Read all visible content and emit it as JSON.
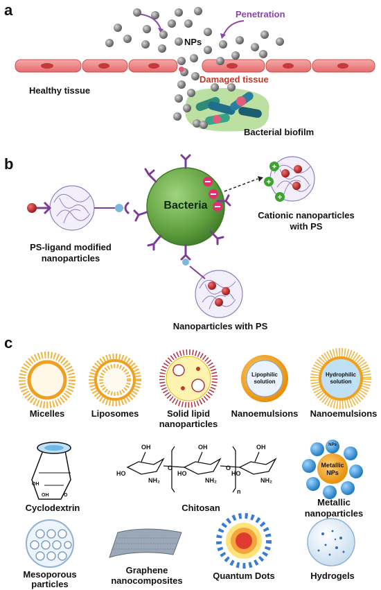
{
  "panel_a": {
    "letter": "a",
    "penetration": "Penetration",
    "nps": "NPs",
    "damaged_tissue": "Damaged tissue",
    "healthy_tissue": "Healthy tissue",
    "bacterial_biofilm": "Bacterial biofilm"
  },
  "panel_b": {
    "letter": "b",
    "bacteria": "Bacteria",
    "cationic_line1": "Cationic nanoparticles",
    "cationic_line2": "with PS",
    "ps_ligand_line1": "PS-ligand modified",
    "ps_ligand_line2": "nanoparticles",
    "nps_with_ps": "Nanoparticles with PS"
  },
  "panel_c": {
    "letter": "c",
    "row1": [
      "Micelles",
      "Liposomes",
      "Solid lipid",
      "nanoparticles",
      "Nanoemulsions",
      "Nanoemulsions"
    ],
    "lipophilic_line1": "Lipophilic",
    "lipophilic_line2": "solution",
    "hydrophilic_line1": "Hydrophilic",
    "hydrophilic_line2": "solution",
    "row2": {
      "cyclodextrin": "Cyclodextrin",
      "chitosan": "Chitosan",
      "metallic_line1": "Metallic",
      "metallic_line2": "nanoparticles",
      "metallic_center_line1": "Metallic",
      "metallic_center_line2": "NPs",
      "nps_small": "NPs"
    },
    "row3": {
      "mesoporous_line1": "Mesoporous",
      "mesoporous_line2": "particles",
      "graphene_line1": "Graphene",
      "graphene_line2": "nanocomposites",
      "quantum_dots": "Quantum Dots",
      "hydrogels": "Hydrogels"
    },
    "chitosan_atoms": [
      "OH",
      "HO",
      "NH₂",
      "OH",
      "HO",
      "NH₂",
      "OH",
      "HO",
      "NH₂",
      "O",
      "O",
      "n"
    ]
  },
  "colors": {
    "np_gray": "#8a8a8a",
    "tissue_pink": "#e8787a",
    "bacteria_green": "#6aa84f",
    "micelle_orange": "#f0a020",
    "purple_ligand": "#7d3c98",
    "red_ps": "#c0392b",
    "blue_np": "#3a9bd5"
  }
}
